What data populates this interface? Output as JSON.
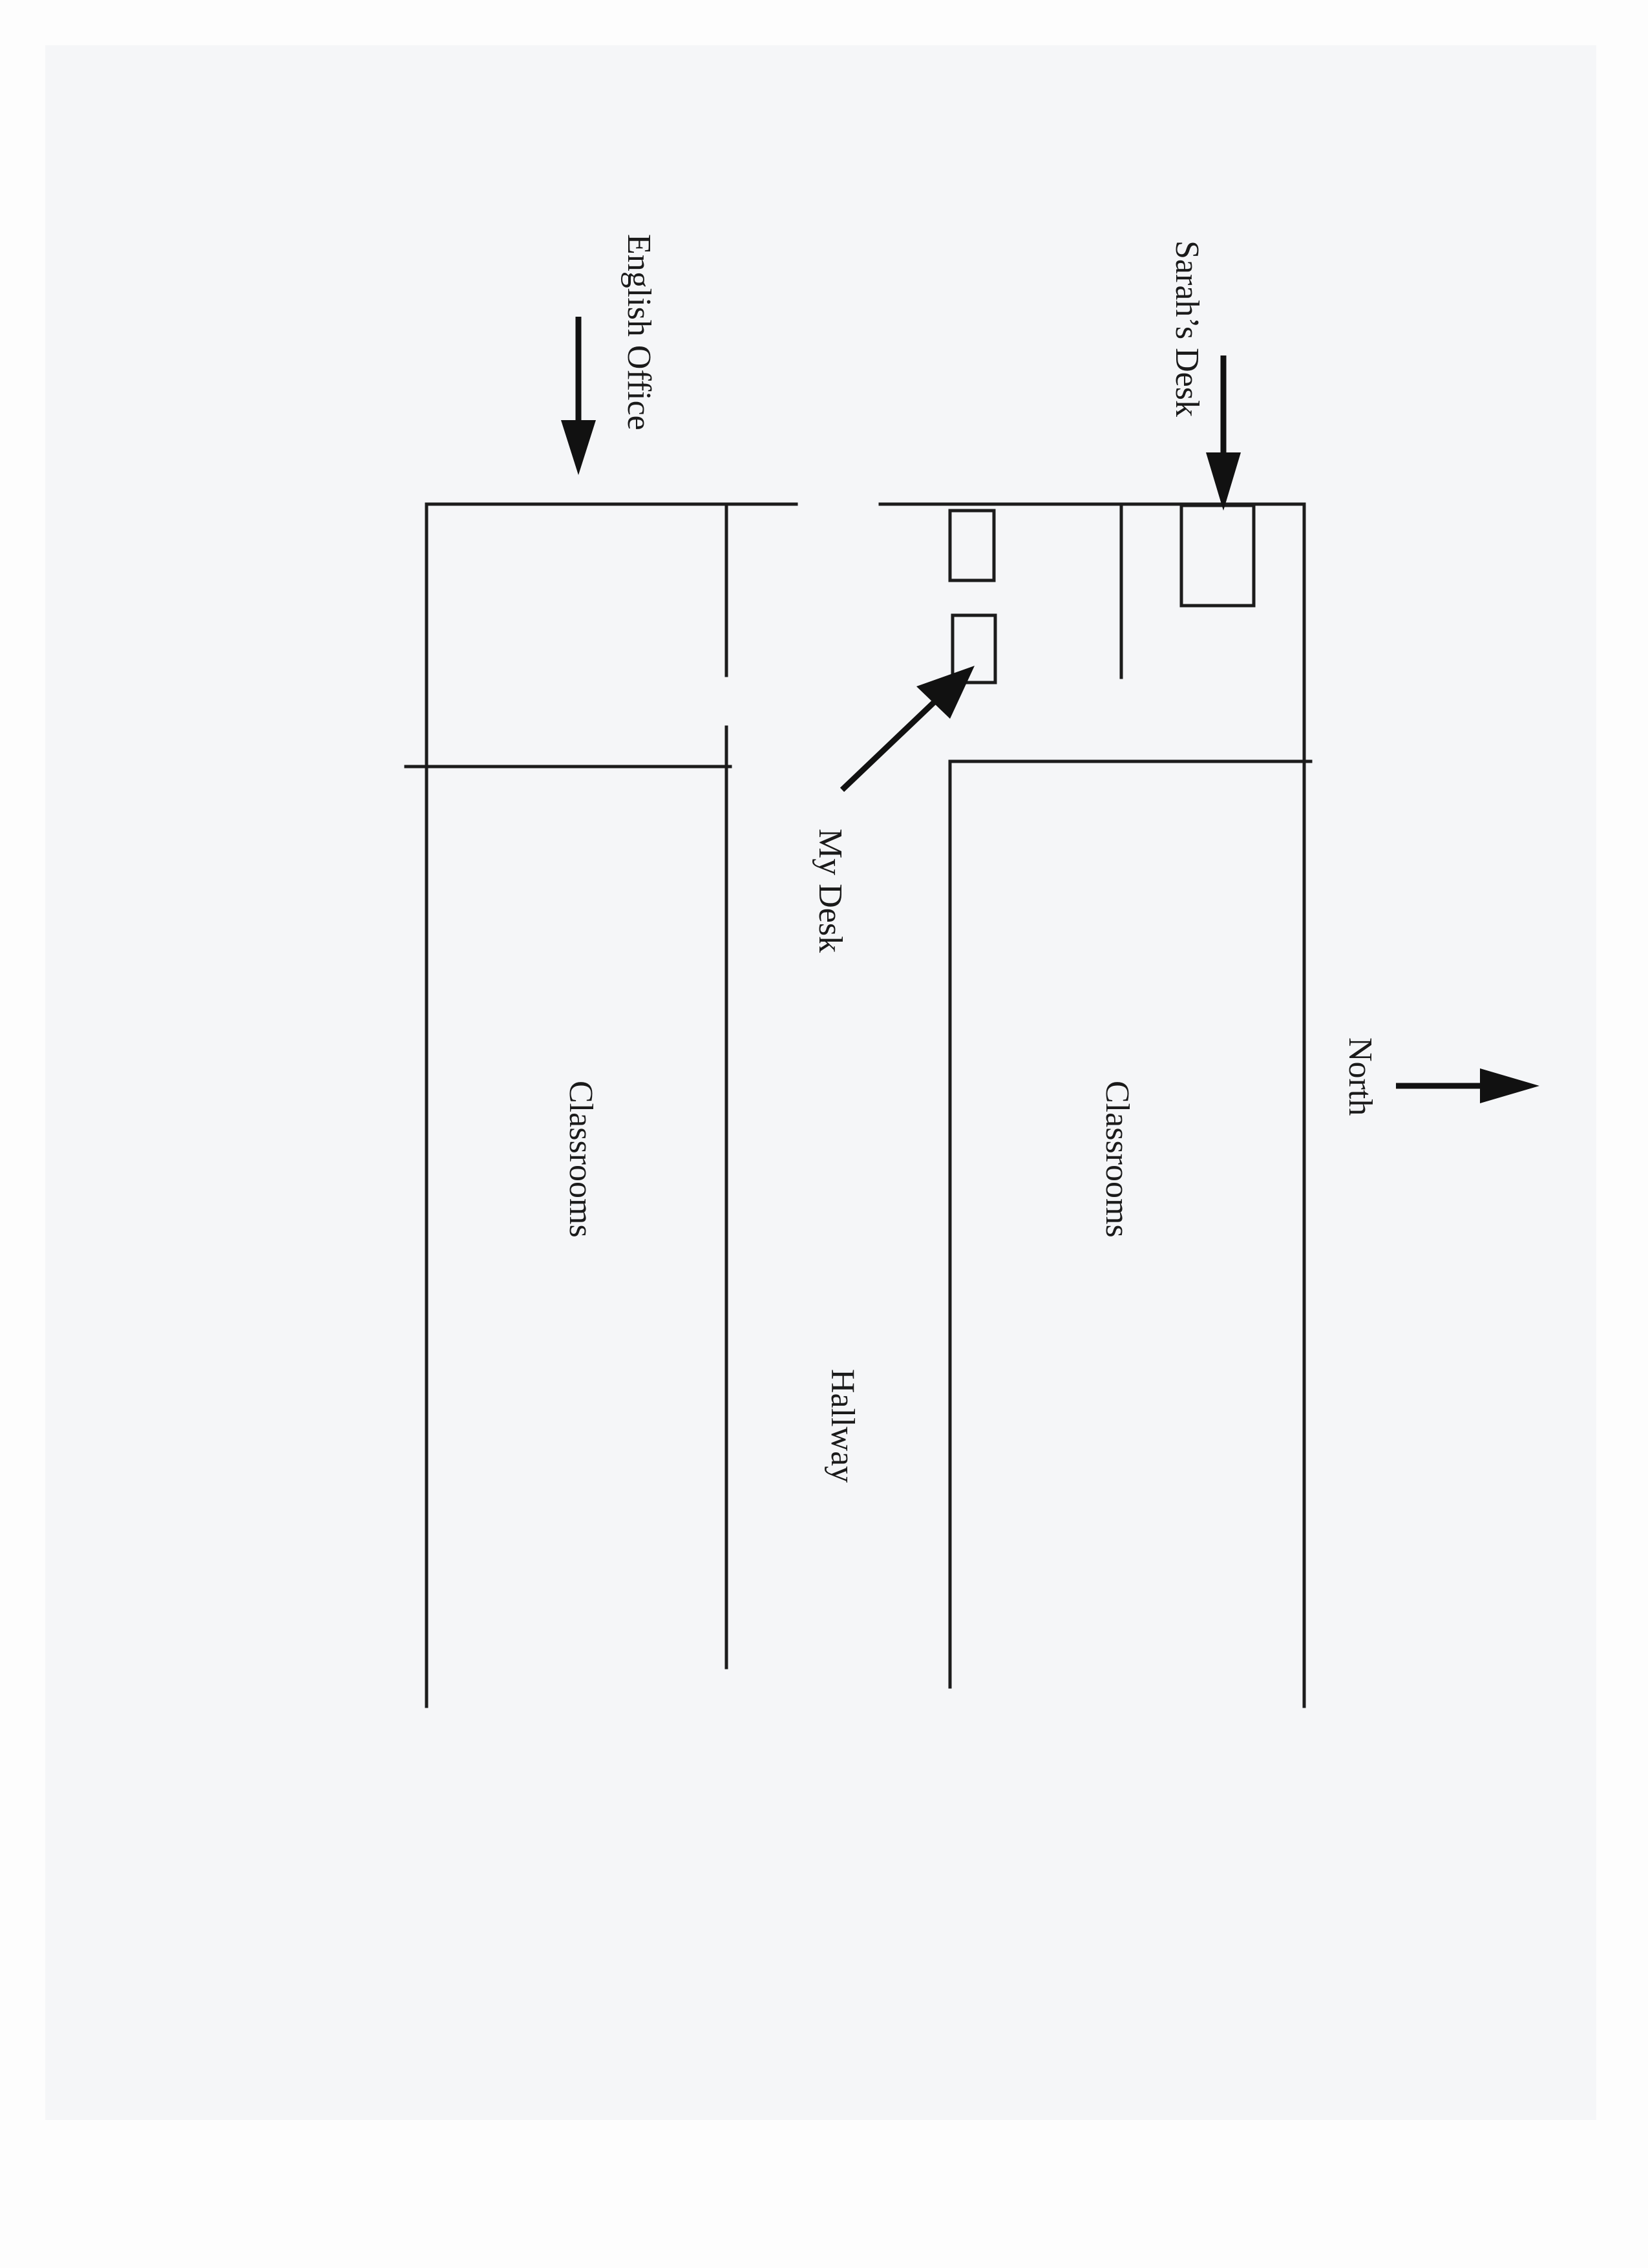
{
  "labels": {
    "sarahs_desk": "Sarah’s Desk",
    "english_office": "English Office",
    "my_desk": "My Desk",
    "north": "North",
    "classrooms_east": "Classrooms",
    "classrooms_west": "Classrooms",
    "hallway": "Hallway"
  },
  "colors": {
    "ink": "#1c1c1c",
    "paper": "#f5f6f8"
  }
}
